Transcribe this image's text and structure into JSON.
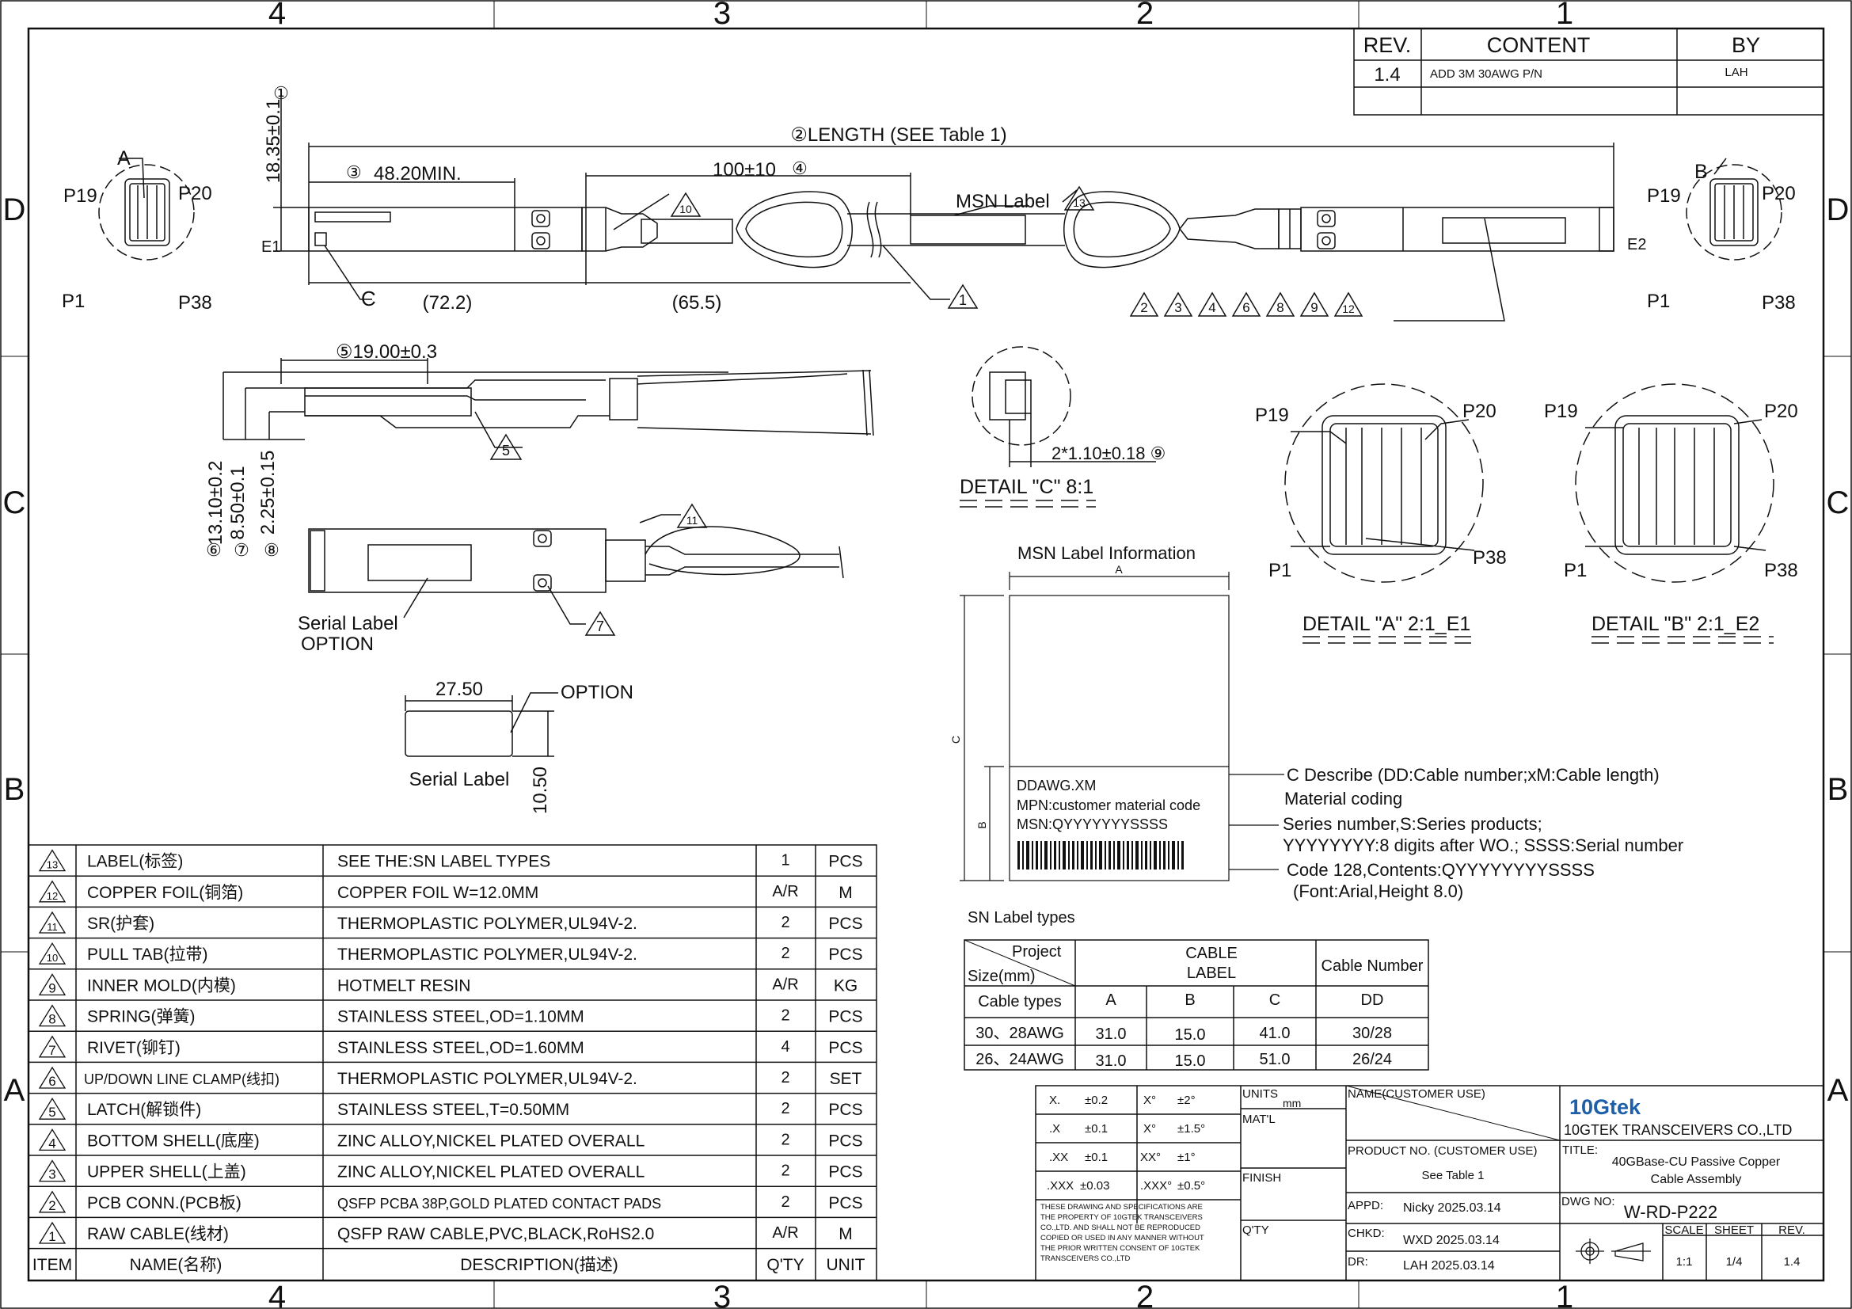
{
  "zones": {
    "top": [
      "4",
      "3",
      "2",
      "1"
    ],
    "bottom": [
      "4",
      "3",
      "2",
      "1"
    ],
    "left": [
      "D",
      "C",
      "B",
      "A"
    ],
    "right": [
      "D",
      "C",
      "B",
      "A"
    ]
  },
  "revision_block": {
    "headers": [
      "REV.",
      "CONTENT",
      "BY"
    ],
    "rows": [
      {
        "rev": "1.4",
        "content": "ADD 3M 30AWG P/N",
        "by": "LAH"
      }
    ]
  },
  "top_view": {
    "length": "②LENGTH (SEE Table 1)",
    "height_dim": "18.35±0.1",
    "marker_1": "①",
    "dim_min_num": "③",
    "dim_min": "48.20MIN.",
    "dim_100": "100±10",
    "dim_100_num": "④",
    "dim_72": "(72.2)",
    "dim_65": "(65.5)",
    "msn_label": "MSN Label",
    "e1": "E1",
    "e2": "E2",
    "c": "C",
    "a": "A",
    "b": "B",
    "tri_10": "10",
    "tri_13": "13",
    "tri_1": "1",
    "triangles_row": [
      "2",
      "3",
      "4",
      "6",
      "8",
      "9",
      "12"
    ]
  },
  "end_left": {
    "p19": "P19",
    "p20": "P20",
    "p1": "P1",
    "p38": "P38"
  },
  "end_right": {
    "p19": "P19",
    "p20": "P20",
    "p1": "P1",
    "p38": "P38"
  },
  "side_view": {
    "dim_19": "⑤19.00±0.3",
    "tri_5": "5",
    "dim_13": "13.10±0.2",
    "dim_8": "8.50±0.1",
    "dim_2": "2.25±0.15",
    "num_6": "⑥",
    "num_7": "⑦",
    "num_8": "⑧"
  },
  "bottom_view": {
    "tri_11": "11",
    "tri_7": "7",
    "serial_label": "Serial Label",
    "option": "OPTION"
  },
  "serial_label_detail": {
    "width": "27.50",
    "height": "10.50",
    "option": "OPTION",
    "caption": "Serial Label"
  },
  "detail_c": {
    "dim": "2*1.10±0.18 ⑨",
    "caption": "DETAIL \"C\" 8:1"
  },
  "detail_a": {
    "p19": "P19",
    "p20": "P20",
    "p1": "P1",
    "p38": "P38",
    "caption": "DETAIL \"A\" 2:1_E1"
  },
  "detail_b": {
    "p19": "P19",
    "p20": "P20",
    "p1": "P1",
    "p38": "P38",
    "caption": "DETAIL \"B\" 2:1_E2"
  },
  "msn_info": {
    "title": "MSN Label Information",
    "dim_a": "A",
    "dim_b": "B",
    "dim_c": "C",
    "line1": "DDAWG.XM",
    "line2": "MPN:customer material code",
    "line3": "MSN:QYYYYYYYSSSS",
    "note1": "C Describe (DD:Cable number;xM:Cable length)",
    "note2": "Material coding",
    "note3a": "Series number,S:Series products;",
    "note3b": "YYYYYYYY:8 digits after WO.; SSSS:Serial number",
    "note4a": "Code 128,Contents:QYYYYYYYYSSSS",
    "note4b": "(Font:Arial,Height 8.0)"
  },
  "sn_table": {
    "title": "SN Label types",
    "project": "Project",
    "size": "Size(mm)",
    "cable_label": "CABLE\nLABEL",
    "cable_number": "Cable Number",
    "cable_types": "Cable types",
    "cols": [
      "A",
      "B",
      "C",
      "DD"
    ],
    "rows": [
      {
        "type": "30、28AWG",
        "a": "31.0",
        "b": "15.0",
        "c": "41.0",
        "dd": "30/28"
      },
      {
        "type": "26、24AWG",
        "a": "31.0",
        "b": "15.0",
        "c": "51.0",
        "dd": "26/24"
      }
    ]
  },
  "bom": {
    "header": {
      "item": "ITEM",
      "name": "NAME(名称)",
      "desc": "DESCRIPTION(描述)",
      "qty": "Q'TY",
      "unit": "UNIT"
    },
    "rows": [
      {
        "item": "13",
        "name": "LABEL(标签)",
        "desc": "SEE THE:SN LABEL TYPES",
        "qty": "1",
        "unit": "PCS"
      },
      {
        "item": "12",
        "name": "COPPER FOIL(铜箔)",
        "desc": "COPPER FOIL W=12.0MM",
        "qty": "A/R",
        "unit": "M"
      },
      {
        "item": "11",
        "name": "SR(护套)",
        "desc": "THERMOPLASTIC POLYMER,UL94V-2.",
        "qty": "2",
        "unit": "PCS"
      },
      {
        "item": "10",
        "name": "PULL TAB(拉带)",
        "desc": "THERMOPLASTIC POLYMER,UL94V-2.",
        "qty": "2",
        "unit": "PCS"
      },
      {
        "item": "9",
        "name": "INNER MOLD(内模)",
        "desc": "HOTMELT RESIN",
        "qty": "A/R",
        "unit": "KG"
      },
      {
        "item": "8",
        "name": "SPRING(弹簧)",
        "desc": "STAINLESS STEEL,OD=1.10MM",
        "qty": "2",
        "unit": "PCS"
      },
      {
        "item": "7",
        "name": "RIVET(铆钉)",
        "desc": "STAINLESS STEEL,OD=1.60MM",
        "qty": "4",
        "unit": "PCS"
      },
      {
        "item": "6",
        "name": "UP/DOWN LINE CLAMP(线扣)",
        "desc": "THERMOPLASTIC POLYMER,UL94V-2.",
        "qty": "2",
        "unit": "SET"
      },
      {
        "item": "5",
        "name": "LATCH(解锁件)",
        "desc": "STAINLESS STEEL,T=0.50MM",
        "qty": "2",
        "unit": "PCS"
      },
      {
        "item": "4",
        "name": "BOTTOM SHELL(底座)",
        "desc": "ZINC ALLOY,NICKEL PLATED OVERALL",
        "qty": "2",
        "unit": "PCS"
      },
      {
        "item": "3",
        "name": "UPPER SHELL(上盖)",
        "desc": "ZINC ALLOY,NICKEL PLATED OVERALL",
        "qty": "2",
        "unit": "PCS"
      },
      {
        "item": "2",
        "name": "PCB CONN.(PCB板)",
        "desc": "QSFP PCBA 38P,GOLD PLATED CONTACT PADS",
        "qty": "2",
        "unit": "PCS"
      },
      {
        "item": "1",
        "name": "RAW CABLE(线材)",
        "desc": "QSFP RAW CABLE,PVC,BLACK,RoHS2.0",
        "qty": "A/R",
        "unit": "M"
      }
    ]
  },
  "title_block": {
    "tolerances": [
      {
        "a": "X.",
        "b": "±0.2",
        "c": "X°",
        "d": "±2°"
      },
      {
        "a": ".X",
        "b": "±0.1",
        "c": "X°",
        "d": "±1.5°"
      },
      {
        "a": ".XX",
        "b": "±0.1",
        "c": "XX°",
        "d": "±1°"
      },
      {
        "a": ".XXX",
        "b": "±0.03",
        "c": ".XXX°",
        "d": "±0.5°"
      }
    ],
    "notice": [
      "THESE DRAWING AND SPECIFICATIONS ARE",
      "THE PROPERTY OF 10GTEK TRANSCEIVERS",
      "CO.,LTD. AND SHALL NOT BE REPRODUCED",
      "COPIED OR USED IN ANY MANNER WITHOUT",
      "THE PRIOR WRITTEN CONSENT OF 10GTEK",
      "TRANSCEIVERS CO.,LTD"
    ],
    "units": "UNITS",
    "mm": "mm",
    "matl": "MAT'L",
    "finish": "FINISH",
    "qty": "Q'TY",
    "name_label": "NAME(CUSTOMER USE)",
    "product_no_label": "PRODUCT NO. (CUSTOMER USE)",
    "product_no": "See Table 1",
    "appd_label": "APPD:",
    "appd": "Nicky 2025.03.14",
    "chkd_label": "CHKD:",
    "chkd": "WXD 2025.03.14",
    "dr_label": "DR:",
    "dr": "LAH  2025.03.14",
    "logo": "10Gtek",
    "company": "10GTEK TRANSCEIVERS CO.,LTD",
    "title_label": "TITLE:",
    "title1": "40GBase-CU Passive Copper",
    "title2": "Cable Assembly",
    "dwg_label": "DWG NO:",
    "dwg_no": "W-RD-P222",
    "scale_label": "SCALE",
    "sheet_label": "SHEET",
    "rev_label": "REV.",
    "scale": "1:1",
    "sheet": "1/4",
    "rev": "1.4"
  }
}
